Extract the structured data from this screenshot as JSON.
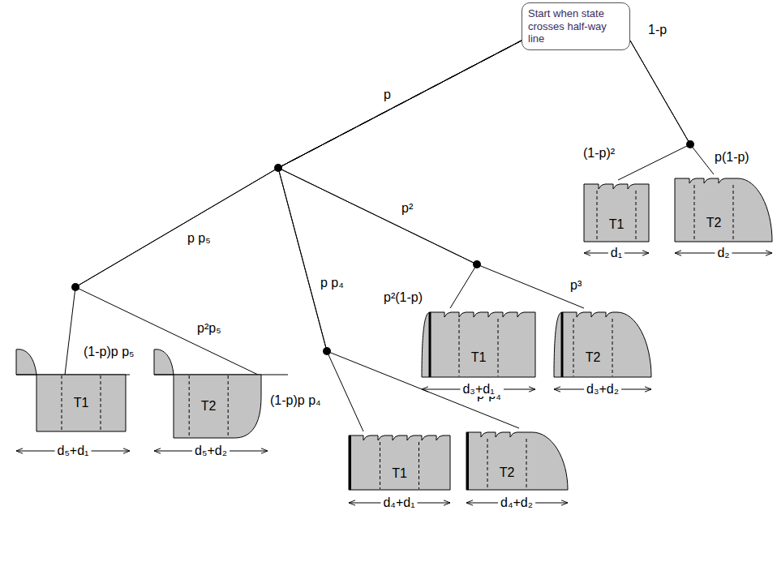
{
  "diagram": {
    "nodes": [
      {
        "text": [
          "Start when state crosses half-way line"
        ]
      },
      {
        "text": [
          "T1"
        ]
      },
      {
        "text": [
          "T2"
        ]
      },
      {
        "text": [
          "T1"
        ]
      },
      {
        "text": [
          "T2"
        ]
      },
      {
        "text": [
          "T1"
        ]
      },
      {
        "text": [
          "T2"
        ]
      },
      {
        "text": [
          "T1"
        ]
      },
      {
        "text": [
          "T2"
        ]
      }
    ],
    "edges": [
      {
        "from": 0,
        "to": 1,
        "arrow": "none",
        "label": "(1-p)²"
      },
      {
        "from": 0,
        "to": 2,
        "arrow": "none",
        "label": "p(1-p)"
      },
      {
        "from": 0,
        "to": 3,
        "arrow": "none",
        "label": "p²(1-p)"
      },
      {
        "from": 0,
        "to": 4,
        "arrow": "none",
        "label": "p³"
      },
      {
        "from": 0,
        "to": 5,
        "arrow": "none",
        "label": "(1-p)p p₄"
      },
      {
        "from": 0,
        "to": 6,
        "arrow": "none",
        "label": "p²p₄"
      },
      {
        "from": 0,
        "to": 7,
        "arrow": "none",
        "label": "(1-p)p p₅"
      },
      {
        "from": 0,
        "to": 8,
        "arrow": "none",
        "label": "p²p₅"
      }
    ],
    "labels": [
      "p",
      "1-p",
      "p p₅",
      "p p₄",
      "p²",
      "d₁",
      "d₂",
      "d₃+d₁",
      "d₃+d₂",
      "d₄+d₁",
      "d₄+d₂",
      "d₅+d₁",
      "d₅+d₂"
    ]
  }
}
